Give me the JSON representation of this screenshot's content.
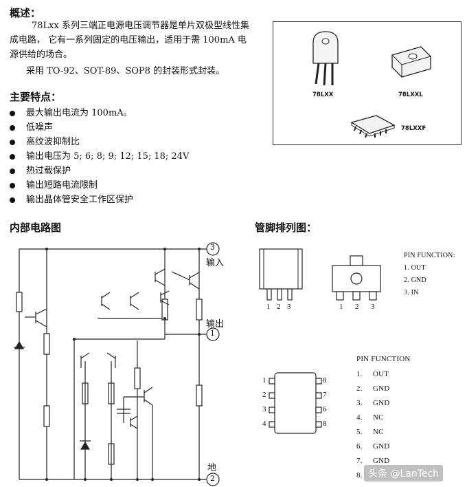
{
  "overview": {
    "heading": "概述：",
    "para1_line1": "78Lxx  系列三端正电源电压调节器是单片双极型线性集",
    "para1_line2": "成电路，  它有一系列固定的电压输出，适用于需 100mA 电",
    "para1_line3": "源供给的场合。",
    "para2": "采用 TO-92、SOT-89、SOP8 的封装形式封装。"
  },
  "packages": {
    "to92_label": "78LXX",
    "sot89_label": "78LXXL",
    "sop8_label": "78LXXF"
  },
  "features": {
    "heading": "主要特点：",
    "items": [
      "最大输出电流为 100mA。",
      "低噪声",
      "高纹波抑制比",
      "输出电压为 5;  6;  8;  9;  12;  15;  18;  24V",
      "热过载保护",
      "输出短路电流限制",
      "输出晶体管安全工作区保护"
    ]
  },
  "circuit": {
    "heading": "内部电路图",
    "pin_in_num": "3",
    "pin_in_label": "输入",
    "pin_out_num": "1",
    "pin_out_label": "输出",
    "pin_gnd_num": "2",
    "pin_gnd_label": "地"
  },
  "pinout": {
    "heading": "管脚排列图：",
    "to92_pins": [
      "1",
      "2",
      "3"
    ],
    "sot89_pins": [
      "1",
      "2",
      "3"
    ],
    "pin_function_title": "PIN FUNCTION:",
    "pin_functions": [
      "1. OUT",
      "2. GND",
      "3. IN"
    ],
    "sop_title": "PIN FUNCTION",
    "sop_left_pins": [
      "1",
      "2",
      "3",
      "4"
    ],
    "sop_right_pins": [
      "8",
      "7",
      "6",
      "8"
    ],
    "sop_functions": [
      {
        "n": "1.",
        "f": "OUT"
      },
      {
        "n": "2.",
        "f": "GND"
      },
      {
        "n": "3.",
        "f": "GND"
      },
      {
        "n": "4.",
        "f": "NC"
      },
      {
        "n": "5.",
        "f": "NC"
      },
      {
        "n": "6.",
        "f": "GND"
      },
      {
        "n": "7.",
        "f": "GND"
      },
      {
        "n": "8.",
        "f": ""
      }
    ]
  },
  "watermark": "头条 @LanTech"
}
